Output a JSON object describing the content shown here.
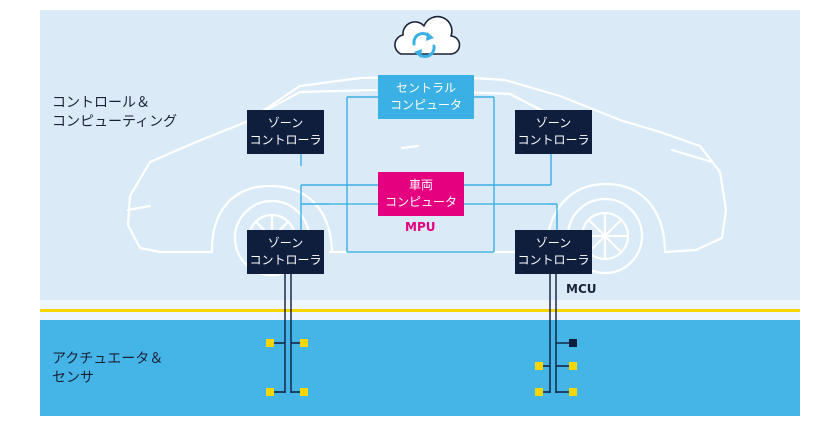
{
  "sections": {
    "top_label": [
      "コントロール＆",
      "コンピューティング"
    ],
    "bottom_label": [
      "アクチュエータ＆",
      "センサ"
    ]
  },
  "nodes": {
    "central_computer": [
      "セントラル",
      "コンピュータ"
    ],
    "vehicle_computer": [
      "車両",
      "コンピュータ"
    ],
    "zone_top_left": [
      "ゾーン",
      "コントローラ"
    ],
    "zone_top_right": [
      "ゾーン",
      "コントローラ"
    ],
    "zone_bottom_left": [
      "ゾーン",
      "コントローラ"
    ],
    "zone_bottom_right": [
      "ゾーン",
      "コントローラ"
    ]
  },
  "chips": {
    "mpu": "MPU",
    "mcu": "MCU"
  },
  "icons": {
    "cloud": "cloud-sync-icon",
    "car": "car-outline-icon"
  },
  "colors": {
    "top_background": "#daeaf7",
    "bottom_background": "#45b4e6",
    "divider": "#f5d600",
    "zone_controller": "#0f1e3d",
    "central_computer": "#3bb0e4",
    "vehicle_computer": "#e4007f",
    "network_line": "#3bb0e4",
    "sensor": "#f5d600",
    "sensor_alt": "#0f1e3d"
  }
}
